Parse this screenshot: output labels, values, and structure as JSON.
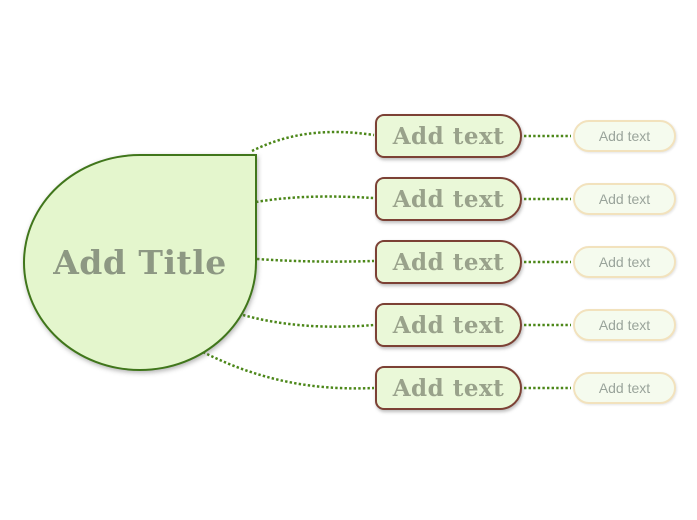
{
  "title_node": {
    "label": "Add Title"
  },
  "branches": [
    {
      "label": "Add text",
      "sub_label": "Add text"
    },
    {
      "label": "Add text",
      "sub_label": "Add text"
    },
    {
      "label": "Add text",
      "sub_label": "Add text"
    },
    {
      "label": "Add text",
      "sub_label": "Add text"
    },
    {
      "label": "Add text",
      "sub_label": "Add text"
    }
  ],
  "colors": {
    "teardrop_fill": "#e4f6cd",
    "teardrop_border": "#40761b",
    "title_text": "#8d9883",
    "branch_fill": "#eaf8d8",
    "branch_border": "#7c4135",
    "branch_text": "#99a28b",
    "sub_fill": "#f5fbee",
    "sub_border": "#f2e2bd",
    "sub_text": "#9aa49b",
    "connector_green": "#4c8719"
  }
}
